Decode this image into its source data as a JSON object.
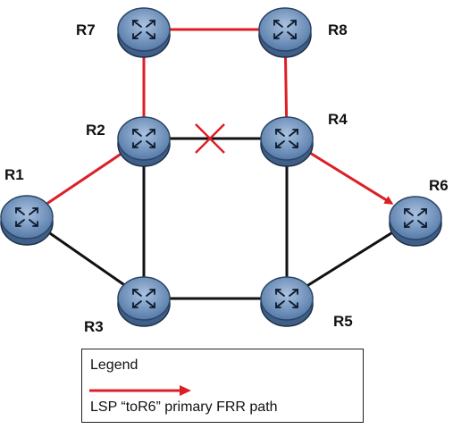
{
  "routers": [
    {
      "id": "R7",
      "label": "R7"
    },
    {
      "id": "R8",
      "label": "R8"
    },
    {
      "id": "R2",
      "label": "R2"
    },
    {
      "id": "R4",
      "label": "R4"
    },
    {
      "id": "R1",
      "label": "R1"
    },
    {
      "id": "R6",
      "label": "R6"
    },
    {
      "id": "R3",
      "label": "R3"
    },
    {
      "id": "R5",
      "label": "R5"
    }
  ],
  "links": [
    {
      "from": "R1",
      "to": "R2",
      "style": "primary"
    },
    {
      "from": "R2",
      "to": "R7",
      "style": "primary"
    },
    {
      "from": "R7",
      "to": "R8",
      "style": "primary"
    },
    {
      "from": "R8",
      "to": "R4",
      "style": "primary"
    },
    {
      "from": "R4",
      "to": "R6",
      "style": "primary-arrow"
    },
    {
      "from": "R2",
      "to": "R4",
      "style": "failed"
    },
    {
      "from": "R1",
      "to": "R3",
      "style": "normal"
    },
    {
      "from": "R2",
      "to": "R3",
      "style": "normal"
    },
    {
      "from": "R3",
      "to": "R5",
      "style": "normal"
    },
    {
      "from": "R4",
      "to": "R5",
      "style": "normal"
    },
    {
      "from": "R5",
      "to": "R6",
      "style": "normal"
    }
  ],
  "legend": {
    "title": "Legend",
    "entry": "LSP “toR6” primary FRR path"
  },
  "colors": {
    "primary_path": "#dc1f26",
    "normal_link": "#111111",
    "router_fill": "#6b8bb4",
    "router_top": "#9fb8d8"
  },
  "icons": {
    "router": "router-icon",
    "failure": "failure-x-icon"
  }
}
